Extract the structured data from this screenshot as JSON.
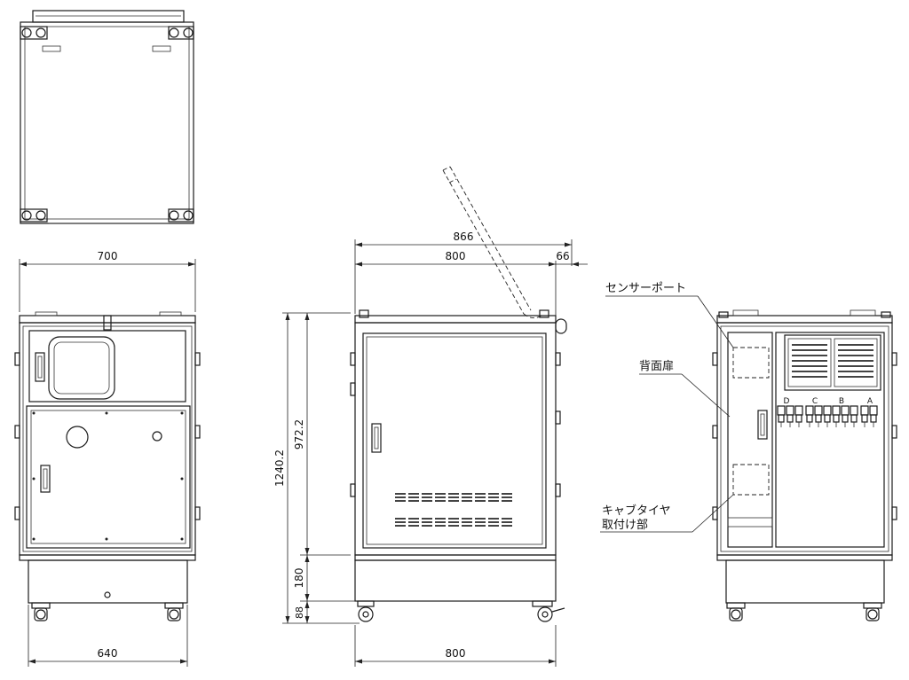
{
  "top_view": {},
  "front_view": {
    "dims": {
      "width": "700",
      "base_width": "640"
    }
  },
  "side_view": {
    "dims": {
      "overall_width": "866",
      "body_width": "800",
      "handle_offset": "66",
      "bottom_width": "800",
      "total_height": "1240.2",
      "body_height": "972.2",
      "base_height": "180",
      "caster_height": "88"
    }
  },
  "rear_view": {
    "labels": {
      "sensor_port": "センサーポート",
      "rear_door": "背面扉",
      "cab_tire_line1": "キャブタイヤ",
      "cab_tire_line2": "取付け部"
    },
    "connectors": [
      "D",
      "C",
      "B",
      "A"
    ]
  }
}
